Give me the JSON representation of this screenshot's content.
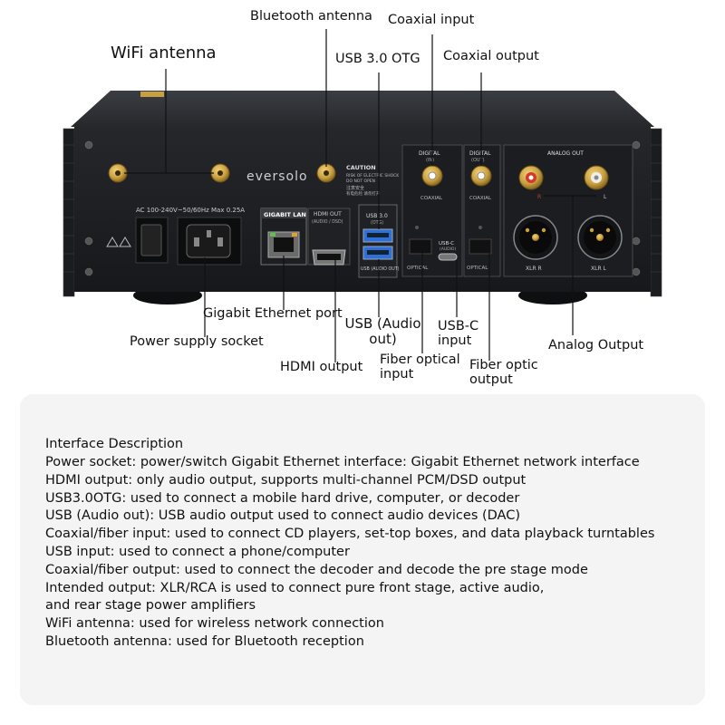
{
  "callouts": {
    "bluetooth_antenna": "Bluetooth antenna",
    "coaxial_input": "Coaxial input",
    "wifi_antenna": "WiFi antenna",
    "usb30_otg": "USB 3.0 OTG",
    "coaxial_output": "Coaxial output",
    "gigabit_ethernet_port": "Gigabit Ethernet port",
    "usb_audio_out": "USB (Audio out)",
    "usbc_input": "USB-C input",
    "power_supply_socket": "Power supply socket",
    "analog_output": "Analog Output",
    "hdmi_output": "HDMI output",
    "fiber_optical_input": "Fiber optical input",
    "fiber_optic_output": "Fiber optic output"
  },
  "device": {
    "brand": "eversolo",
    "caution_title": "CAUTION",
    "caution_line1": "RISK OF ELECTRIC SHOCK",
    "caution_line2": "DO NOT OPEN",
    "caution_line3": "注意安全",
    "caution_line4": "有电危险 请勿打开",
    "power_rating": "AC 100-240V~50/60Hz Max 0.25A",
    "gigabit_lan": "GIGABIT LAN",
    "hdmi_out": "HDMI OUT",
    "hdmi_sub": "(AUDIO / DSD)",
    "usb30": "USB 3.0",
    "usb30_sub": "(OTG)",
    "usb_audio_out": "USB (AUDIO OUT)",
    "digital_in": "DIGITAL",
    "digital_in_sub": "(IN)",
    "digital_out": "DIGITAL",
    "digital_out_sub": "(OUT)",
    "coaxial": "COAXIAL",
    "coaxial2": "COAXIAL",
    "usbc": "USB-C",
    "usbc_sub": "(AUDIO)",
    "optical_in": "OPTICAL",
    "optical_out": "OPTICAL",
    "analog_out": "ANALOG OUT",
    "xlr_r": "XLR R",
    "xlr_l": "XLR L",
    "rca_r": "R",
    "rca_l": "L"
  },
  "description": {
    "title": "Interface Description",
    "lines": [
      "Power socket: power/switch Gigabit Ethernet interface: Gigabit Ethernet network interface",
      "HDMI output: only audio output, supports multi-channel PCM/DSD output",
      "USB3.0OTG: used to connect a mobile hard drive, computer, or decoder",
      "USB (Audio out): USB audio output used to connect audio devices (DAC)",
      "Coaxial/fiber input: used to connect CD players, set-top boxes, and data playback turntables",
      "USB input: used to connect a phone/computer",
      "Coaxial/fiber output: used to connect the decoder and decode the pre stage mode",
      "Intended output: XLR/RCA is used to connect pure front stage, active audio,",
      "and rear stage power amplifiers",
      "WiFi antenna: used for wireless network connection",
      "Bluetooth antenna: used for Bluetooth reception"
    ]
  },
  "colors": {
    "chassis": "#2a2c30",
    "panel": "#1e2024",
    "gold": "#c9a040",
    "blue": "#2f6fd8",
    "red": "#d23a2a",
    "panel_bg": "#f4f4f4"
  }
}
